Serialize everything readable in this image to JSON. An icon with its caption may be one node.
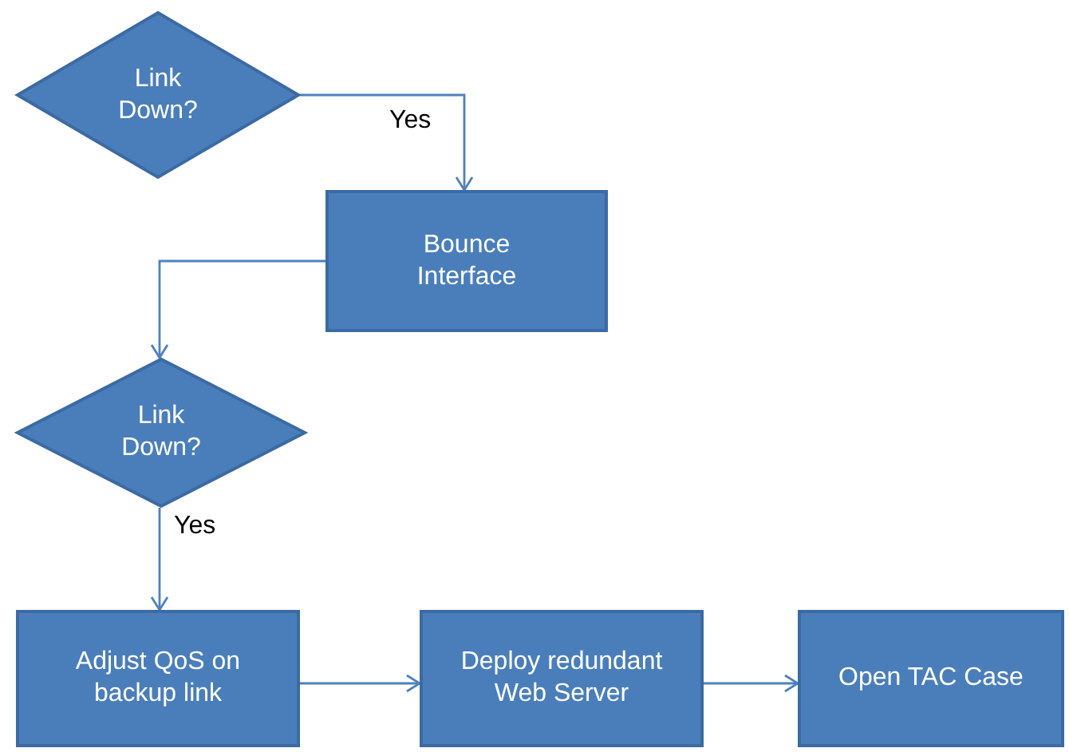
{
  "diagram": {
    "nodes": [
      {
        "text": [
          "Link Down?"
        ]
      },
      {
        "text": [
          "Bounce Interface"
        ]
      },
      {
        "text": [
          "Link Down?"
        ]
      },
      {
        "text": [
          "Adjust QoS on backup link"
        ]
      },
      {
        "text": [
          "Deploy redundant Web Server"
        ]
      },
      {
        "text": [
          "Open TAC Case"
        ]
      }
    ],
    "edges": [
      {
        "from": 0,
        "to": 1,
        "arrow": "to",
        "label": "Yes"
      },
      {
        "from": 1,
        "to": 2,
        "arrow": "to"
      },
      {
        "from": 2,
        "to": 3,
        "arrow": "to",
        "label": "Yes"
      },
      {
        "from": 3,
        "to": 4,
        "arrow": "to"
      },
      {
        "from": 4,
        "to": 5,
        "arrow": "to"
      }
    ]
  }
}
